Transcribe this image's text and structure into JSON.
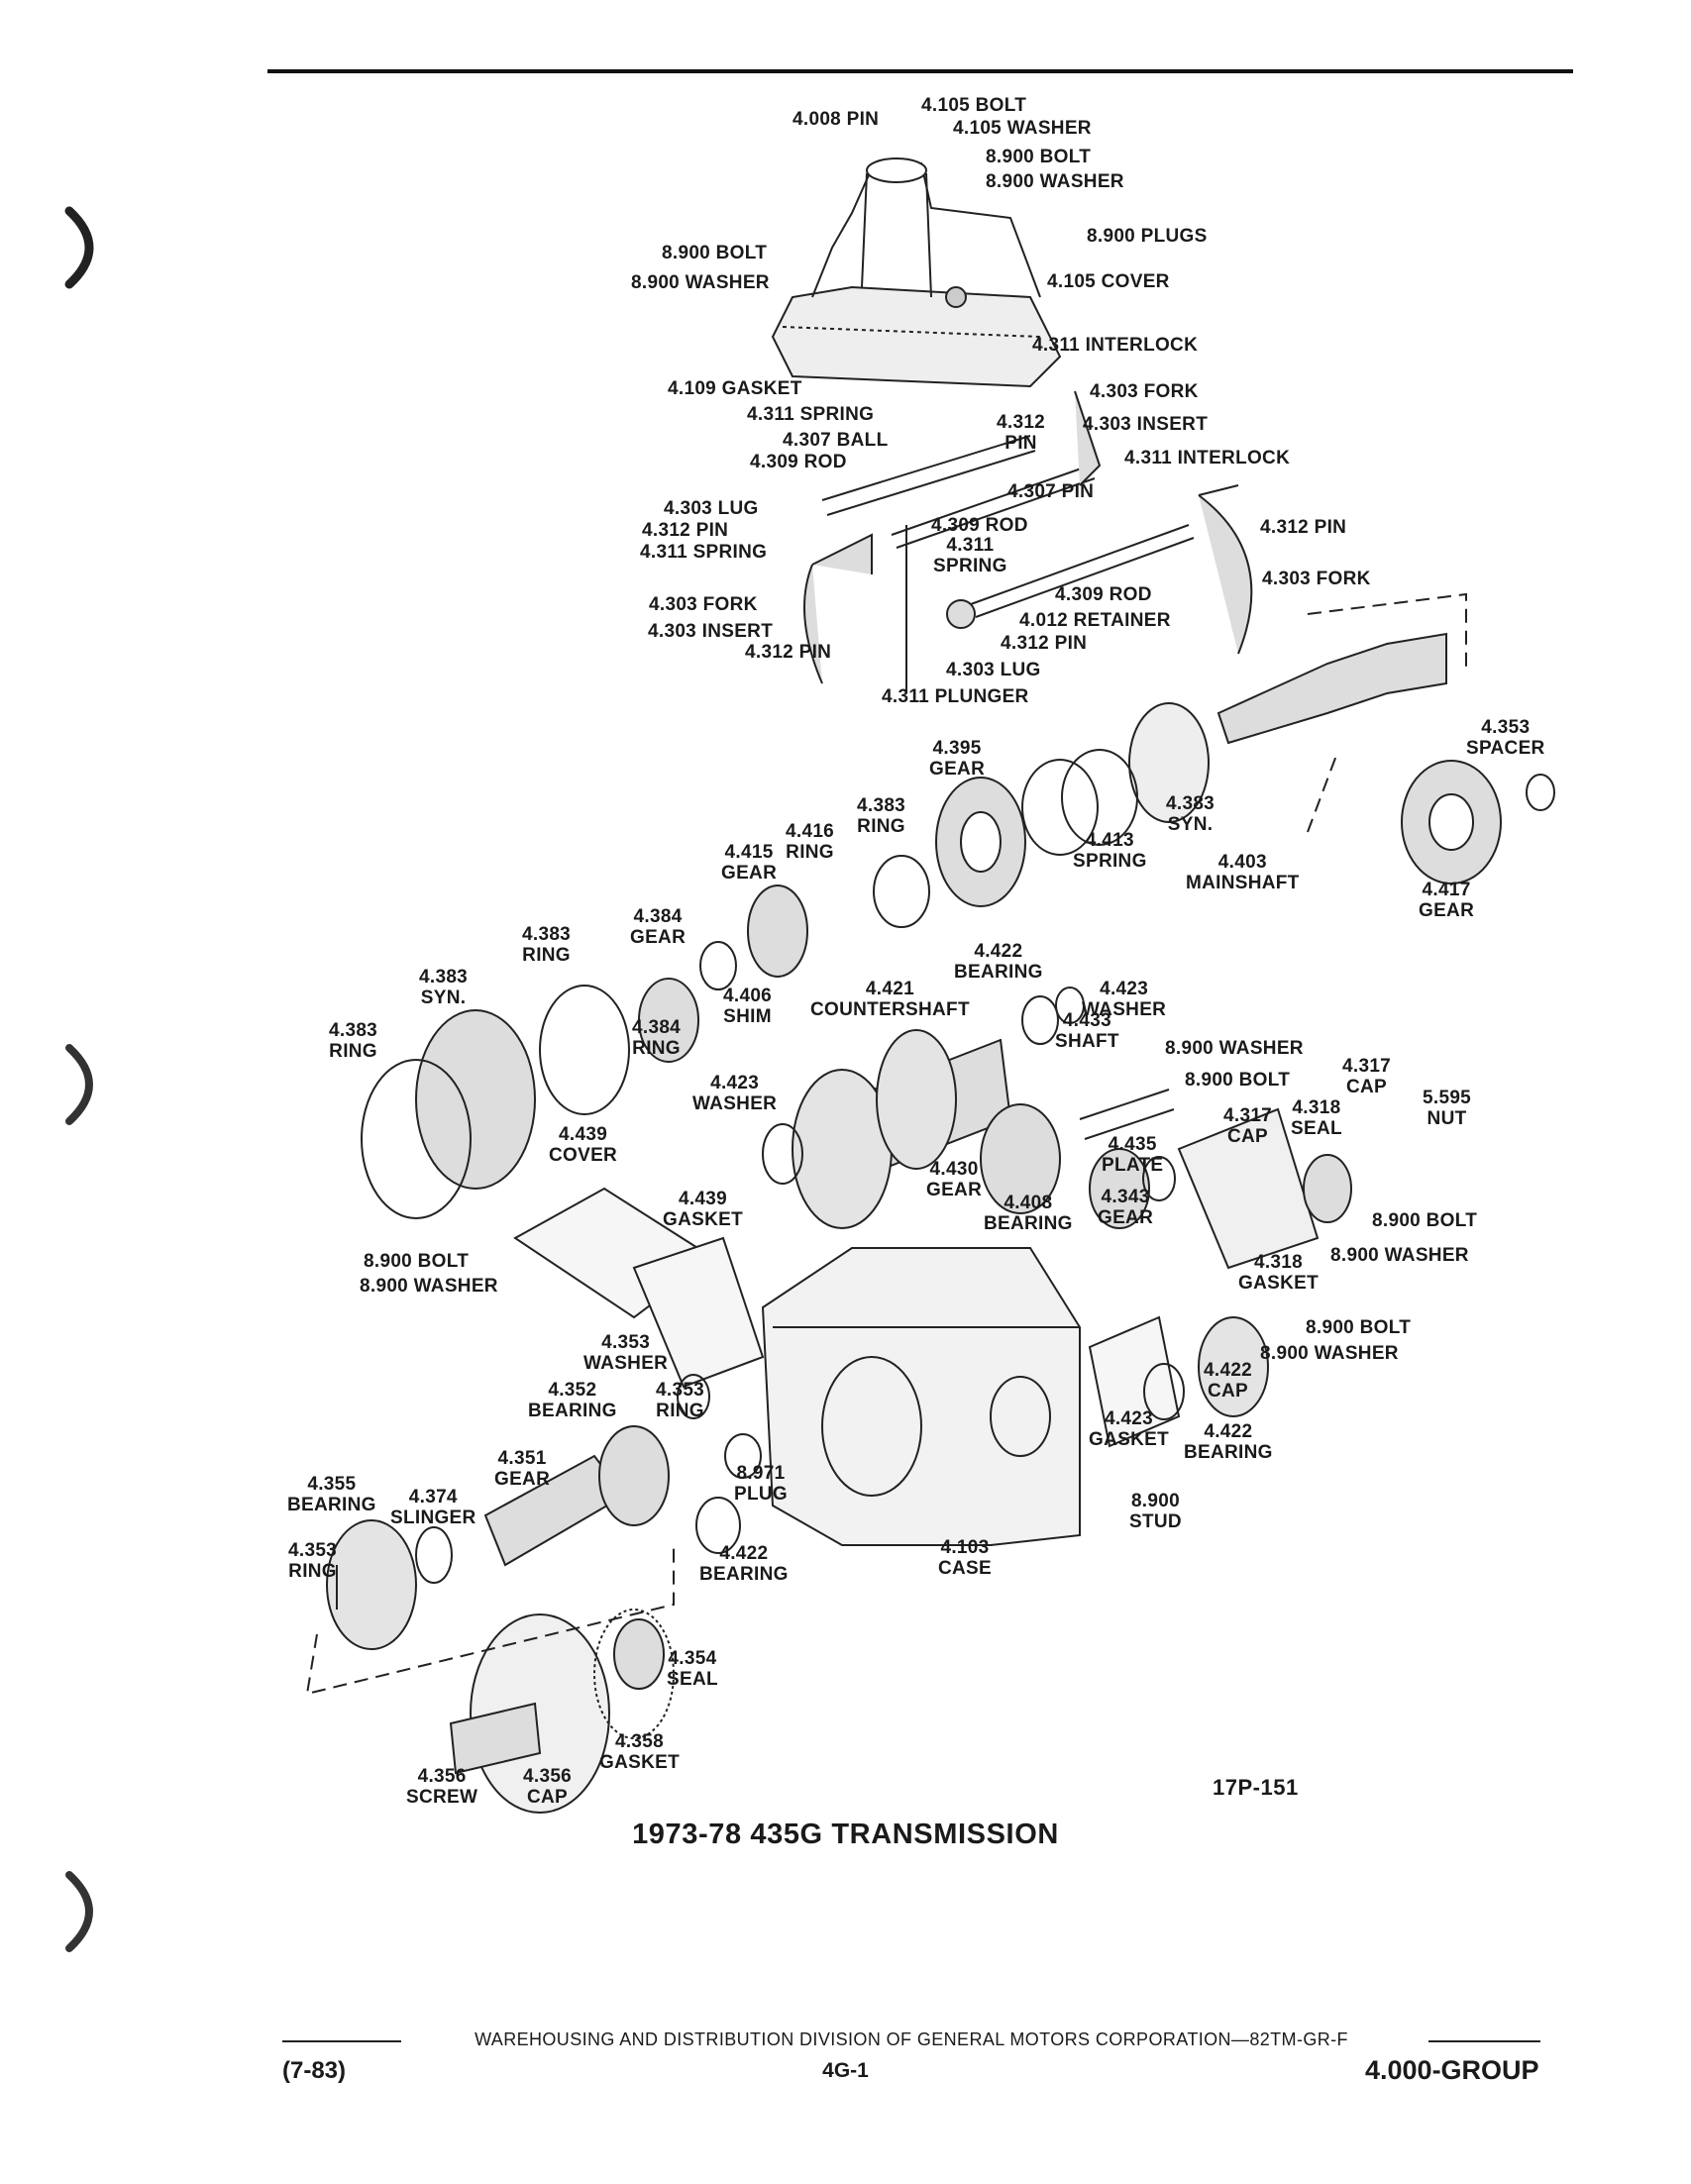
{
  "title": "1973-78 435G TRANSMISSION",
  "drawing_code": "17P-151",
  "footer": {
    "division_line": "WAREHOUSING AND DISTRIBUTION DIVISION OF GENERAL MOTORS CORPORATION—82TM-GR-F",
    "date_code": "(7-83)",
    "page_number": "4G-1",
    "group": "4.000-GROUP"
  },
  "parts": [
    {
      "id": "pin-4008",
      "lines": [
        "4.008 PIN"
      ]
    },
    {
      "id": "bolt-4105",
      "lines": [
        "4.105 BOLT"
      ]
    },
    {
      "id": "washer-4105",
      "lines": [
        "4.105 WASHER"
      ]
    },
    {
      "id": "bolt-8900-top",
      "lines": [
        "8.900 BOLT"
      ]
    },
    {
      "id": "washer-8900-top",
      "lines": [
        "8.900 WASHER"
      ]
    },
    {
      "id": "plugs-8900",
      "lines": [
        "8.900 PLUGS"
      ]
    },
    {
      "id": "bolt-8900-cover",
      "lines": [
        "8.900 BOLT"
      ]
    },
    {
      "id": "washer-8900-cover",
      "lines": [
        "8.900 WASHER"
      ]
    },
    {
      "id": "cover-4105",
      "lines": [
        "4.105 COVER"
      ]
    },
    {
      "id": "interlock-4311-a",
      "lines": [
        "4.311 INTERLOCK"
      ]
    },
    {
      "id": "gasket-4109",
      "lines": [
        "4.109 GASKET"
      ]
    },
    {
      "id": "fork-4303-a",
      "lines": [
        "4.303 FORK"
      ]
    },
    {
      "id": "spring-4311-a",
      "lines": [
        "4.311 SPRING"
      ]
    },
    {
      "id": "pin-4312-a",
      "lines": [
        "4.312",
        "PIN"
      ]
    },
    {
      "id": "insert-4303-a",
      "lines": [
        "4.303 INSERT"
      ]
    },
    {
      "id": "ball-4307",
      "lines": [
        "4.307 BALL"
      ]
    },
    {
      "id": "rod-4309-a",
      "lines": [
        "4.309 ROD"
      ]
    },
    {
      "id": "interlock-4311-b",
      "lines": [
        "4.311 INTERLOCK"
      ]
    },
    {
      "id": "pin-4307",
      "lines": [
        "4.307 PIN"
      ]
    },
    {
      "id": "lug-4303-a",
      "lines": [
        "4.303 LUG"
      ]
    },
    {
      "id": "pin-4312-b",
      "lines": [
        "4.312 PIN"
      ]
    },
    {
      "id": "spring-4311-b",
      "lines": [
        "4.311 SPRING"
      ]
    },
    {
      "id": "rod-4309-b",
      "lines": [
        "4.309 ROD"
      ]
    },
    {
      "id": "spring-4311-c",
      "lines": [
        "4.311",
        "SPRING"
      ]
    },
    {
      "id": "pin-4312-c",
      "lines": [
        "4.312 PIN"
      ]
    },
    {
      "id": "fork-4303-b",
      "lines": [
        "4.303 FORK"
      ]
    },
    {
      "id": "rod-4309-c",
      "lines": [
        "4.309 ROD"
      ]
    },
    {
      "id": "retainer-4012",
      "lines": [
        "4.012 RETAINER"
      ]
    },
    {
      "id": "fork-4303-c",
      "lines": [
        "4.303 FORK"
      ]
    },
    {
      "id": "insert-4303-b",
      "lines": [
        "4.303 INSERT"
      ]
    },
    {
      "id": "pin-4312-d",
      "lines": [
        "4.312 PIN"
      ]
    },
    {
      "id": "pin-4312-e",
      "lines": [
        "4.312 PIN"
      ]
    },
    {
      "id": "lug-4303-b",
      "lines": [
        "4.303 LUG"
      ]
    },
    {
      "id": "plunger-4311",
      "lines": [
        "4.311 PLUNGER"
      ]
    },
    {
      "id": "spacer-4353",
      "lines": [
        "4.353",
        "SPACER"
      ]
    },
    {
      "id": "gear-4395",
      "lines": [
        "4.395",
        "GEAR"
      ]
    },
    {
      "id": "ring-4383-a",
      "lines": [
        "4.383",
        "RING"
      ]
    },
    {
      "id": "syn-4383-a",
      "lines": [
        "4.383",
        "SYN."
      ]
    },
    {
      "id": "ring-4416",
      "lines": [
        "4.416",
        "RING"
      ]
    },
    {
      "id": "gear-4415",
      "lines": [
        "4.415",
        "GEAR"
      ]
    },
    {
      "id": "spring-4413",
      "lines": [
        "4.413",
        "SPRING"
      ]
    },
    {
      "id": "mainshaft-4403",
      "lines": [
        "4.403",
        "MAINSHAFT"
      ]
    },
    {
      "id": "gear-4417",
      "lines": [
        "4.417",
        "GEAR"
      ]
    },
    {
      "id": "gear-4384",
      "lines": [
        "4.384",
        "GEAR"
      ]
    },
    {
      "id": "ring-4383-b",
      "lines": [
        "4.383",
        "RING"
      ]
    },
    {
      "id": "syn-4383-b",
      "lines": [
        "4.383",
        "SYN."
      ]
    },
    {
      "id": "ring-4383-c",
      "lines": [
        "4.383",
        "RING"
      ]
    },
    {
      "id": "bearing-4422-a",
      "lines": [
        "4.422",
        "BEARING"
      ]
    },
    {
      "id": "shim-4406",
      "lines": [
        "4.406",
        "SHIM"
      ]
    },
    {
      "id": "ring-4384",
      "lines": [
        "4.384",
        "RING"
      ]
    },
    {
      "id": "countershaft-4421",
      "lines": [
        "4.421",
        "COUNTERSHAFT"
      ]
    },
    {
      "id": "washer-4423-a",
      "lines": [
        "4.423",
        "WASHER"
      ]
    },
    {
      "id": "washer-4423-b",
      "lines": [
        "4.423",
        "WASHER"
      ]
    },
    {
      "id": "shaft-4433",
      "lines": [
        "4.433",
        "SHAFT"
      ]
    },
    {
      "id": "washer-8900-plate",
      "lines": [
        "8.900 WASHER"
      ]
    },
    {
      "id": "bolt-8900-plate",
      "lines": [
        "8.900 BOLT"
      ]
    },
    {
      "id": "cap-4317-a",
      "lines": [
        "4.317",
        "CAP"
      ]
    },
    {
      "id": "nut-5595",
      "lines": [
        "5.595",
        "NUT"
      ]
    },
    {
      "id": "seal-4318",
      "lines": [
        "4.318",
        "SEAL"
      ]
    },
    {
      "id": "cap-4317-b",
      "lines": [
        "4.317",
        "CAP"
      ]
    },
    {
      "id": "plate-4435",
      "lines": [
        "4.435",
        "PLATE"
      ]
    },
    {
      "id": "cover-4439",
      "lines": [
        "4.439",
        "COVER"
      ]
    },
    {
      "id": "gear-4430",
      "lines": [
        "4.430",
        "GEAR"
      ]
    },
    {
      "id": "gear-4343",
      "lines": [
        "4.343",
        "GEAR"
      ]
    },
    {
      "id": "bearing-4408",
      "lines": [
        "4.408",
        "BEARING"
      ]
    },
    {
      "id": "gasket-4439",
      "lines": [
        "4.439",
        "GASKET"
      ]
    },
    {
      "id": "bolt-8900-right",
      "lines": [
        "8.900 BOLT"
      ]
    },
    {
      "id": "washer-8900-right",
      "lines": [
        "8.900 WASHER"
      ]
    },
    {
      "id": "gasket-4318",
      "lines": [
        "4.318",
        "GASKET"
      ]
    },
    {
      "id": "bolt-8900-left",
      "lines": [
        "8.900 BOLT"
      ]
    },
    {
      "id": "washer-8900-left",
      "lines": [
        "8.900 WASHER"
      ]
    },
    {
      "id": "bolt-8900-cap",
      "lines": [
        "8.900 BOLT"
      ]
    },
    {
      "id": "washer-8900-cap",
      "lines": [
        "8.900 WASHER"
      ]
    },
    {
      "id": "washer-4353",
      "lines": [
        "4.353",
        "WASHER"
      ]
    },
    {
      "id": "cap-4422",
      "lines": [
        "4.422",
        "CAP"
      ]
    },
    {
      "id": "bearing-4352",
      "lines": [
        "4.352",
        "BEARING"
      ]
    },
    {
      "id": "ring-4353-a",
      "lines": [
        "4.353",
        "RING"
      ]
    },
    {
      "id": "gasket-4423",
      "lines": [
        "4.423",
        "GASKET"
      ]
    },
    {
      "id": "bearing-4422-b",
      "lines": [
        "4.422",
        "BEARING"
      ]
    },
    {
      "id": "gear-4351",
      "lines": [
        "4.351",
        "GEAR"
      ]
    },
    {
      "id": "plug-8971",
      "lines": [
        "8.971",
        "PLUG"
      ]
    },
    {
      "id": "bearing-4355",
      "lines": [
        "4.355",
        "BEARING"
      ]
    },
    {
      "id": "slinger-4374",
      "lines": [
        "4.374",
        "SLINGER"
      ]
    },
    {
      "id": "stud-8900",
      "lines": [
        "8.900",
        "STUD"
      ]
    },
    {
      "id": "ring-4353-b",
      "lines": [
        "4.353",
        "RING"
      ]
    },
    {
      "id": "bearing-4422-c",
      "lines": [
        "4.422",
        "BEARING"
      ]
    },
    {
      "id": "case-4103",
      "lines": [
        "4.103",
        "CASE"
      ]
    },
    {
      "id": "seal-4354",
      "lines": [
        "4.354",
        "SEAL"
      ]
    },
    {
      "id": "gasket-4358",
      "lines": [
        "4.358",
        "GASKET"
      ]
    },
    {
      "id": "screw-4356",
      "lines": [
        "4.356",
        "SCREW"
      ]
    },
    {
      "id": "cap-4356",
      "lines": [
        "4.356",
        "CAP"
      ]
    }
  ]
}
